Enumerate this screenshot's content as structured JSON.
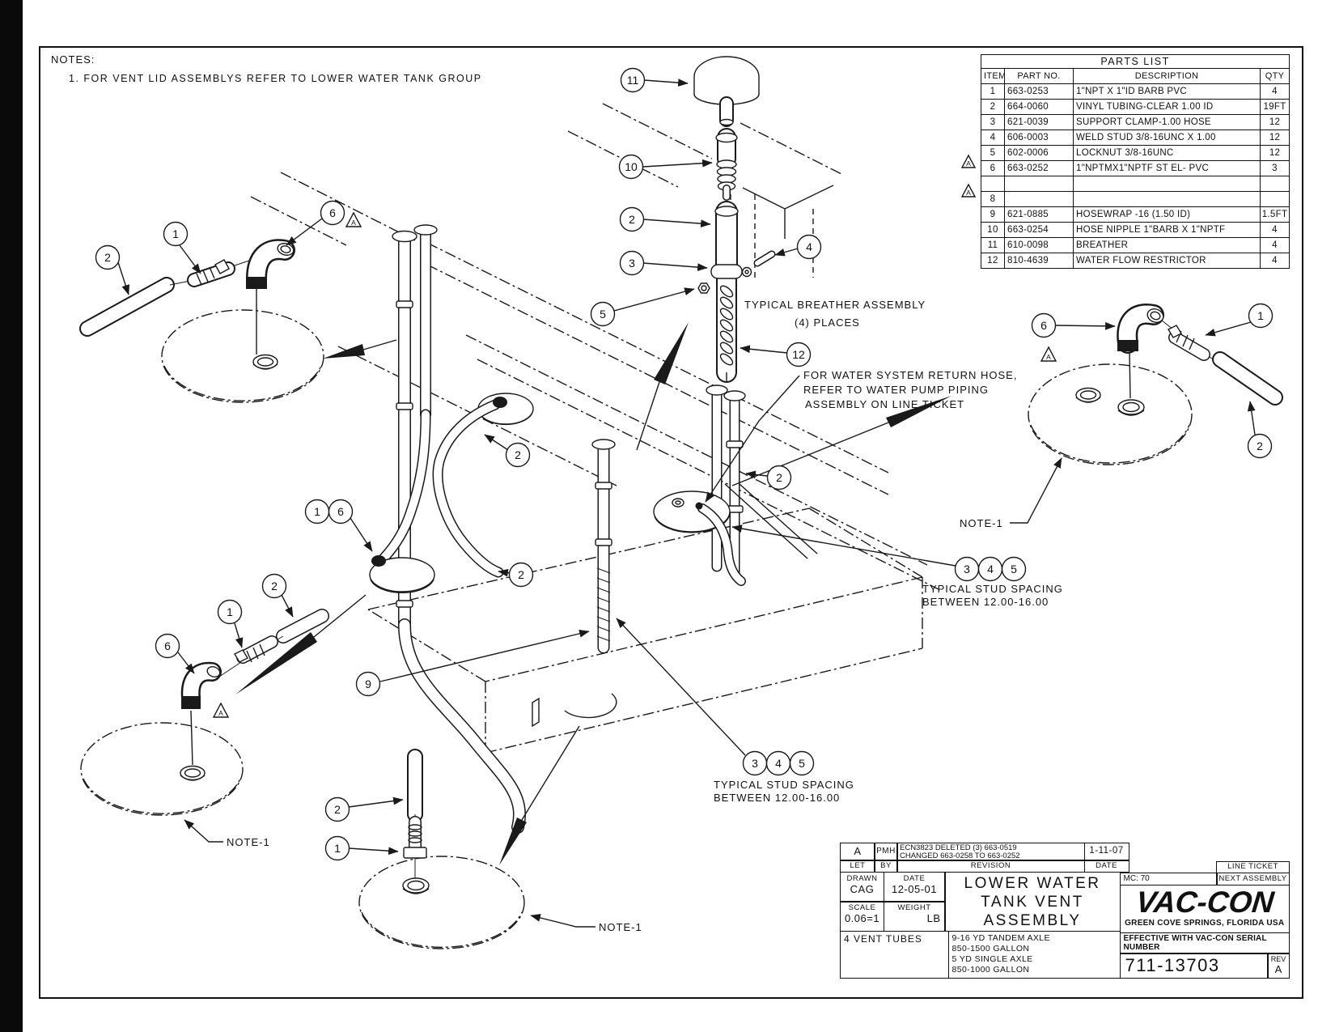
{
  "notes": {
    "heading": "NOTES:",
    "item1": "1. FOR VENT LID ASSEMBLYS REFER TO LOWER WATER TANK GROUP"
  },
  "parts_list": {
    "title": "PARTS LIST",
    "columns": [
      "ITEM",
      "PART NO.",
      "DESCRIPTION",
      "QTY"
    ],
    "rows": [
      [
        "1",
        "663-0253",
        "1\"NPT X 1\"ID BARB PVC",
        "4"
      ],
      [
        "2",
        "664-0060",
        "VINYL TUBING-CLEAR 1.00 ID",
        "19FT"
      ],
      [
        "3",
        "621-0039",
        "SUPPORT CLAMP-1.00 HOSE",
        "12"
      ],
      [
        "4",
        "606-0003",
        "WELD STUD 3/8-16UNC X 1.00",
        "12"
      ],
      [
        "5",
        "602-0006",
        "LOCKNUT 3/8-16UNC",
        "12"
      ],
      [
        "6",
        "663-0252",
        "1\"NPTMX1\"NPTF ST EL- PVC",
        "3"
      ],
      [
        "",
        "",
        "",
        ""
      ],
      [
        "8",
        "",
        "",
        ""
      ],
      [
        "9",
        "621-0885",
        "HOSEWRAP -16 (1.50 ID)",
        "1.5FT"
      ],
      [
        "10",
        "663-0254",
        "HOSE NIPPLE 1\"BARB X 1\"NPTF",
        "4"
      ],
      [
        "11",
        "610-0098",
        "BREATHER",
        "4"
      ],
      [
        "12",
        "810-4639",
        "WATER FLOW RESTRICTOR",
        "4"
      ]
    ]
  },
  "balloons": {
    "n1": "1",
    "n2": "2",
    "n3": "3",
    "n4": "4",
    "n5": "5",
    "n6": "6",
    "n9": "9",
    "n10": "10",
    "n11": "11",
    "n12": "12"
  },
  "labels": {
    "breather_1": "TYPICAL BREATHER ASSEMBLY",
    "breather_2": "(4) PLACES",
    "return_hose_1": "FOR WATER SYSTEM RETURN HOSE,",
    "return_hose_2": "REFER TO WATER PUMP PIPING",
    "return_hose_3": "ASSEMBLY ON LINE TICKET",
    "stud_spacing_1": "TYPICAL STUD SPACING",
    "stud_spacing_2": "BETWEEN 12.00-16.00",
    "note_ref": "NOTE-1"
  },
  "title_block": {
    "rev_let": "A",
    "rev_by": "PMH",
    "rev_line1": "ECN3823 DELETED (3) 663-0519",
    "rev_line2": "CHANGED 663-0258 TO 663-0252",
    "rev_date": "1-11-07",
    "hdr_let": "LET",
    "hdr_by": "BY",
    "hdr_revision": "REVISION",
    "hdr_date": "DATE",
    "drawn_label": "DRAWN",
    "drawn": "CAG",
    "date_label": "DATE",
    "date": "12-05-01",
    "scale_label": "SCALE",
    "scale": "0.06=1",
    "weight_label": "WEIGHT",
    "weight": "LB",
    "title_line1": "LOWER WATER",
    "title_line2": "TANK VENT",
    "title_line3": "ASSEMBLY",
    "mc": "MC: 70",
    "line_ticket": "LINE TICKET",
    "next_assembly": "NEXT ASSEMBLY",
    "logo": "VAC-CON",
    "logo_sub": "GREEN COVE SPRINGS, FLORIDA USA",
    "effective": "EFFECTIVE WITH VAC-CON SERIAL NUMBER",
    "drawing_number": "711-13703",
    "rev_label": "REV",
    "rev": "A",
    "qty_note": "4 VENT TUBES",
    "model_1": "9-16 YD TANDEM AXLE",
    "model_2": "850-1500 GALLON",
    "model_3": "5 YD SINGLE AXLE",
    "model_4": "850-1000 GALLON"
  }
}
